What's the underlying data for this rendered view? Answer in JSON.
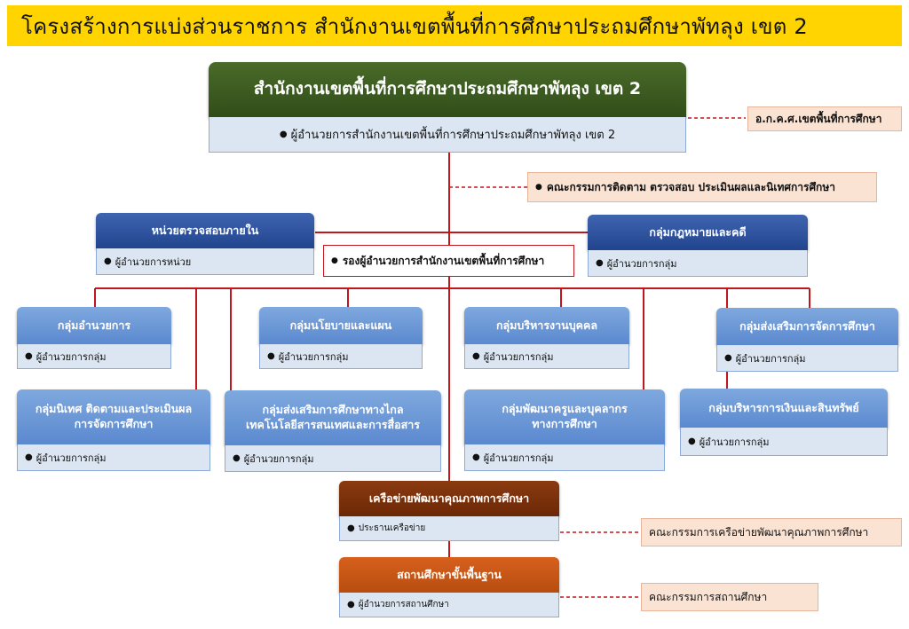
{
  "title": "โครงสร้างการแบ่งส่วนราชการ สำนักงานเขตพื้นที่การศึกษาประถมศึกษาพัทลุง เขต 2",
  "colors": {
    "title_bg": "#ffd400",
    "connector": "#c0161c",
    "top_header": "#3b5c20",
    "navy_header": "#2a4d9a",
    "sky_header": "#6c97d6",
    "brown_header": "#7a300b",
    "orange_header": "#c85816",
    "body_fill": "#dce6f2",
    "note_fill": "#fbe3d3"
  },
  "top": {
    "name": "สำนักงานเขตพื้นที่การศึกษาประถมศึกษาพัทลุง เขต 2",
    "head": "ผู้อำนวยการสำนักงานเขตพื้นที่การศึกษาประถมศึกษาพัทลุง เขต 2"
  },
  "notes": {
    "committee": "อ.ก.ค.ศ.เขตพื้นที่การศึกษา",
    "monitoring": "คณะกรรมการติดตาม ตรวจสอบ ประเมินผลและนิเทศการศึกษา",
    "network_committee": "คณะกรรมการเครือข่ายพัฒนาคุณภาพการศึกษา",
    "school_committee": "คณะกรรมการสถานศึกษา"
  },
  "deputy": "รองผู้อำนวยการสำนักงานเขตพื้นที่การศึกษา",
  "audit": {
    "name": "หน่วยตรวจสอบภายใน",
    "head": "ผู้อำนวยการหน่วย"
  },
  "legal": {
    "name": "กลุ่มกฎหมายและคดี",
    "head": "ผู้อำนวยการกลุ่ม"
  },
  "groups": {
    "admin": {
      "name": "กลุ่มอำนวยการ",
      "head": "ผู้อำนวยการกลุ่ม"
    },
    "policy": {
      "name": "กลุ่มนโยบายและแผน",
      "head": "ผู้อำนวยการกลุ่ม"
    },
    "personnel": {
      "name": "กลุ่มบริหารงานบุคคล",
      "head": "ผู้อำนวยการกลุ่ม"
    },
    "promotion": {
      "name": "กลุ่มส่งเสริมการจัดการศึกษา",
      "head": "ผู้อำนวยการกลุ่ม"
    },
    "supervision": {
      "name_line1": "กลุ่มนิเทศ ติดตามและประเมินผล",
      "name_line2": "การจัดการศึกษา",
      "head": "ผู้อำนวยการกลุ่ม"
    },
    "distance": {
      "name_line1": "กลุ่มส่งเสริมการศึกษาทางไกล",
      "name_line2": "เทคโนโลยีสารสนเทศและการสื่อสาร",
      "head": "ผู้อำนวยการกลุ่ม"
    },
    "teacher_dev": {
      "name_line1": "กลุ่มพัฒนาครูและบุคลากร",
      "name_line2": "ทางการศึกษา",
      "head": "ผู้อำนวยการกลุ่ม"
    },
    "finance": {
      "name": "กลุ่มบริหารการเงินและสินทรัพย์",
      "head": "ผู้อำนวยการกลุ่ม"
    }
  },
  "network": {
    "name": "เครือข่ายพัฒนาคุณภาพการศึกษา",
    "head": "ประธานเครือข่าย"
  },
  "school": {
    "name": "สถานศึกษาขั้นพื้นฐาน",
    "head": "ผู้อำนวยการสถานศึกษา"
  }
}
